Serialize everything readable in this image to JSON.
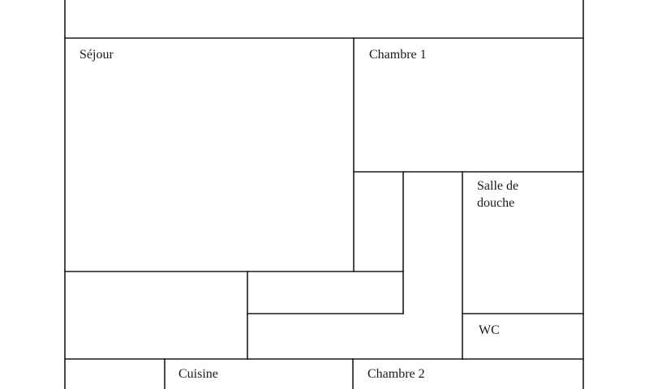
{
  "floor_plan": {
    "line_color": "#1a1a1a",
    "background": "#ffffff",
    "rooms": {
      "sejour": "Séjour",
      "chambre1": "Chambre 1",
      "salle_de_douche_line1": "Salle de",
      "salle_de_douche_line2": "douche",
      "wc": "WC",
      "cuisine": "Cuisine",
      "chambre2": "Chambre 2"
    }
  }
}
